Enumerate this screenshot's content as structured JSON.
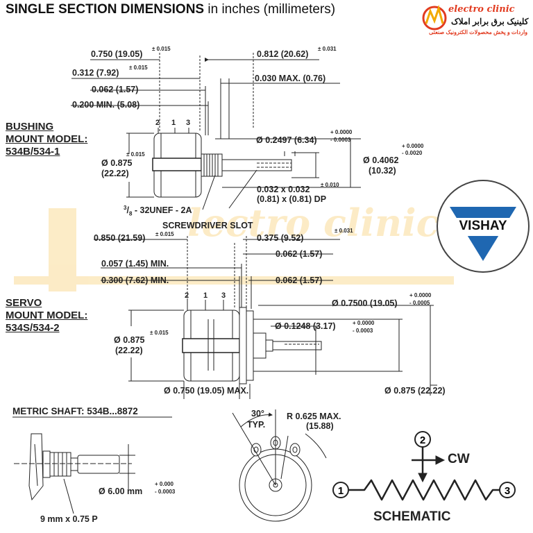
{
  "header": {
    "title": "SINGLE SECTION DIMENSIONS",
    "title_units": "in inches (millimeters)"
  },
  "logo": {
    "brand_en": "electro clinic",
    "brand_fa": "کلینیک برق برابر املاک",
    "brand_fa_sub": "واردات و پخش محصولات الکترونیک صنعتی",
    "accent_color": "#e23b20"
  },
  "vishay": {
    "label": "VISHAY",
    "blue": "#1f67b1"
  },
  "bushing": {
    "model_lines": [
      "BUSHING",
      "MOUNT MODEL:",
      "534B/534-1"
    ],
    "dim_0750": "0.750 (19.05)",
    "tol_0750": "± 0.015",
    "dim_0312": "0.312 (7.92)",
    "tol_0312": "± 0.015",
    "dim_0062": "0.062 (1.57)",
    "dim_0200": "0.200 MIN. (5.08)",
    "dim_0812": "0.812 (20.62)",
    "tol_0812": "± 0.031",
    "dim_0030": "0.030 MAX. (0.76)",
    "terminals": [
      "2",
      "1",
      "3"
    ],
    "dia_0875": "Ø 0.875",
    "dia_0875_mm": "(22.22)",
    "tol_0875": "± 0.015",
    "shaft_dia": "Ø 0.2497 (6.34)",
    "shaft_tol_plus": "+ 0.0000",
    "shaft_tol_minus": "- 0.0003",
    "dia_04062": "Ø 0.4062",
    "dia_04062_mm": "(10.32)",
    "tol_04062_plus": "+ 0.0000",
    "tol_04062_minus": "- 0.0020",
    "slot_dim": "0.032 x 0.032",
    "slot_tol": "± 0.010",
    "slot_mm": "(0.81) x (0.81) DP",
    "thread_num": "3",
    "thread_den": "8",
    "thread_rest": "- 32UNEF - 2A",
    "slot_label": "SCREWDRIVER SLOT"
  },
  "servo": {
    "model_lines": [
      "SERVO",
      "MOUNT MODEL:",
      "534S/534-2"
    ],
    "dim_0850": "0.850 (21.59)",
    "tol_0850": "± 0.015",
    "dim_0057": "0.057 (1.45) MIN.",
    "dim_0300": "0.300 (7.62) MIN.",
    "dim_0375": "0.375 (9.52)",
    "tol_0375": "± 0.031",
    "dim_0062a": "0.062 (1.57)",
    "dim_0062b": "0.062 (1.57)",
    "terminals": [
      "2",
      "1",
      "3"
    ],
    "dia_07500": "Ø 0.7500 (19.05)",
    "tol_07500_plus": "+ 0.0000",
    "tol_07500_minus": "- 0.0005",
    "dia_0875": "Ø 0.875",
    "dia_0875_mm": "(22.22)",
    "tol_0875": "± 0.015",
    "dia_01248": "Ø 0.1248 (3.17)",
    "tol_01248_plus": "+ 0.0000",
    "tol_01248_minus": "- 0.0003",
    "dia_0750_max": "Ø 0.750 (19.05) MAX.",
    "dim_0875_bottom": "Ø 0.875 (22.22)"
  },
  "metric": {
    "title": "METRIC SHAFT: 534B...8872",
    "dia_6": "Ø 6.00 mm",
    "tol_plus": "+ 0.000",
    "tol_minus": "- 0.0003",
    "thread": "9 mm x 0.75 P"
  },
  "front_view": {
    "angle": "30°",
    "angle_label": "TYP.",
    "radius": "R 0.625  MAX.",
    "radius_mm": "(15.88)"
  },
  "schematic": {
    "label": "SCHEMATIC",
    "cw": "CW",
    "pins": [
      "1",
      "2",
      "3"
    ]
  }
}
